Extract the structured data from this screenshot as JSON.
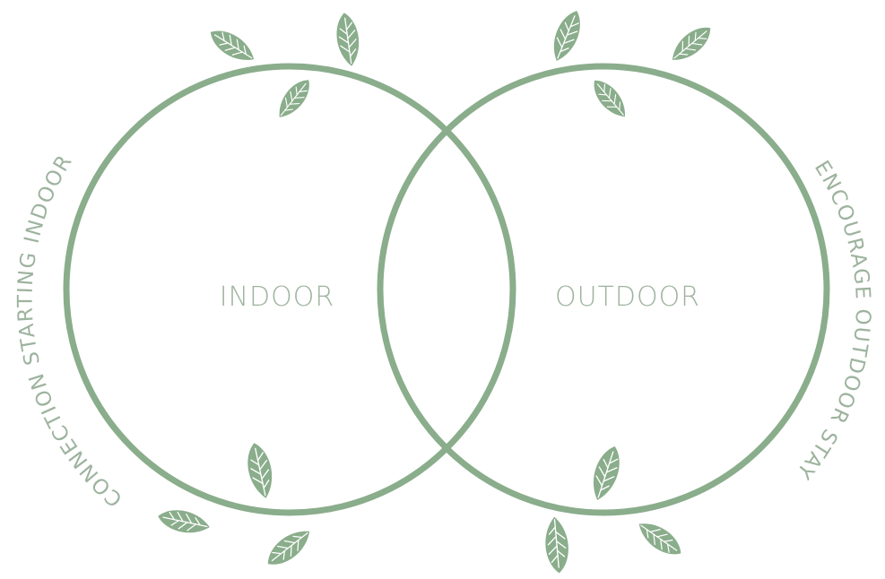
{
  "venn": {
    "left_label": "INDOOR",
    "right_label": "OUTDOOR"
  },
  "arc_texts": {
    "left": "CONNECTION STARTING INDOOR",
    "right": "ENCOURAGE OUTDOOR STAY"
  },
  "colors": {
    "ring": "#8aad8b",
    "leaf": "#8aad8b",
    "text": "#9db39e"
  },
  "icons": {
    "leaf": "leaf-icon"
  }
}
